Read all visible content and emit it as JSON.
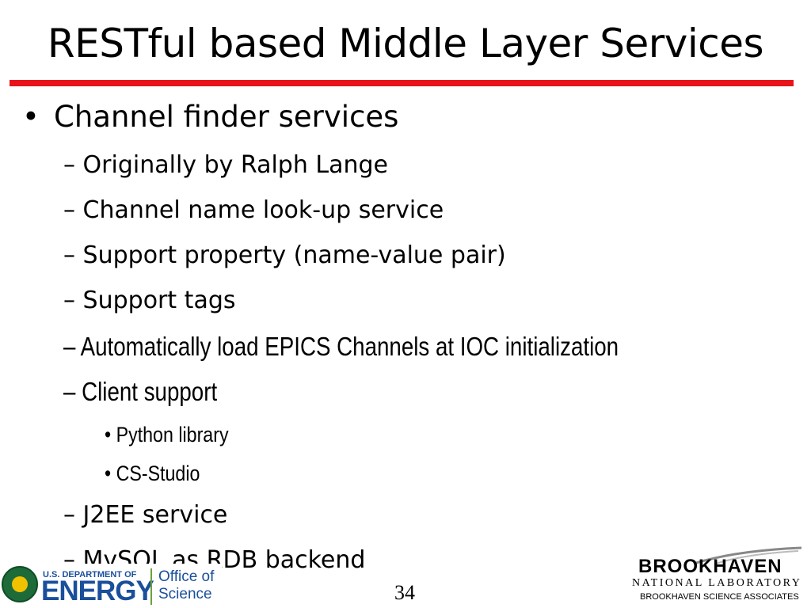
{
  "slide": {
    "title": "RESTful based Middle Layer Services",
    "accent_color": "#e8141c",
    "page_number": "34"
  },
  "content": {
    "bullet_symbol": "•",
    "dash_symbol": "–",
    "heading": "Channel finder services",
    "items": [
      "Originally by Ralph Lange",
      "Channel name look-up service",
      "Support property (name-value pair)",
      "Support tags",
      "Automatically load EPICS Channels at IOC initialization",
      "Client support",
      "J2EE service",
      "MySQL as RDB backend"
    ],
    "client_support_items": [
      "Python library",
      "CS-Studio"
    ]
  },
  "footer": {
    "doe": {
      "department": "U.S. DEPARTMENT OF",
      "energy": "ENERGY",
      "office_line1": "Office of",
      "office_line2": "Science",
      "colors": {
        "blue": "#1a4f9c",
        "green": "#6ba23a"
      }
    },
    "bnl": {
      "name": "BROOKHAVEN",
      "subtitle": "NATIONAL LABORATORY",
      "associates": "BROOKHAVEN SCIENCE ASSOCIATES"
    }
  }
}
